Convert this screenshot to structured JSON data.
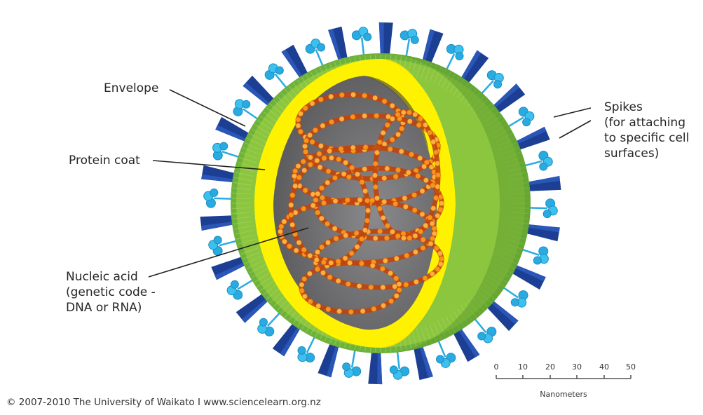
{
  "labels": {
    "envelope": "Envelope",
    "protein_coat": "Protein coat",
    "nucleic_acid": [
      "Nucleic acid",
      "(genetic code -",
      "DNA or RNA)"
    ],
    "spikes": [
      "Spikes",
      "(for attaching",
      "to specific cell",
      "surfaces)"
    ]
  },
  "scale_bar": {
    "ticks": [
      "0",
      "10",
      "20",
      "30",
      "40",
      "50"
    ],
    "unit": "Nanometers"
  },
  "copyright": "© 2007-2010 The University of Waikato I www.sciencelearn.org.nz",
  "colors": {
    "envelope_green": "#8cc63f",
    "protein_coat_yellow": "#fff200",
    "core_grey": "#6d6e70",
    "nucleic_acid_orange": "#f7941d",
    "spike_blue": "#1c3f94",
    "spike_cyan": "#29abe2"
  }
}
